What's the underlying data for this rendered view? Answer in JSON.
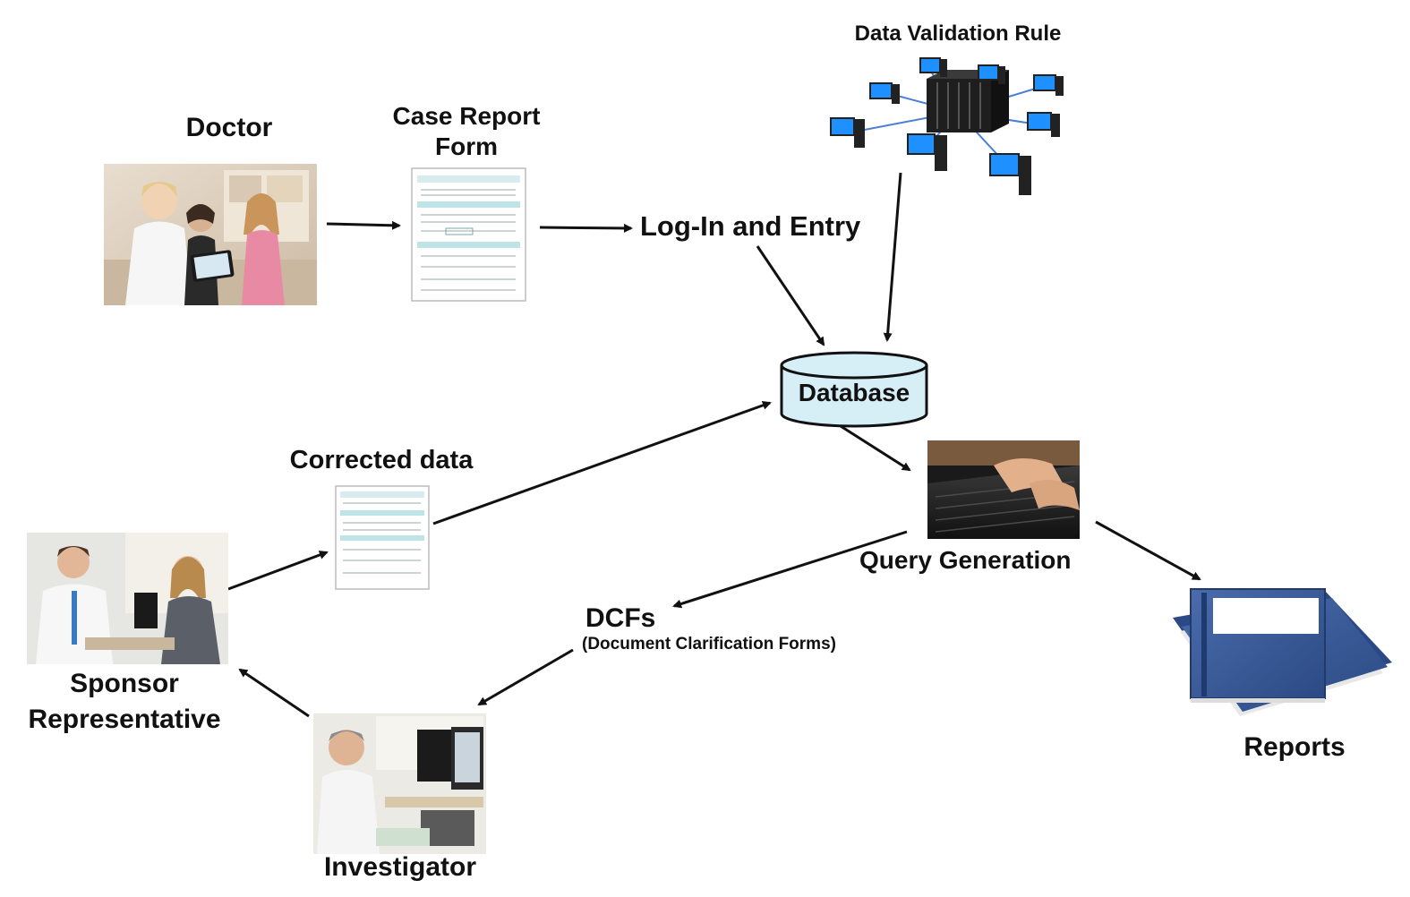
{
  "nodes": {
    "doctor": {
      "label": "Doctor"
    },
    "case_report_form": {
      "label_line1": "Case Report",
      "label_line2": "Form"
    },
    "login_entry": {
      "label": "Log-In and Entry"
    },
    "data_validation": {
      "label": "Data Validation Rule"
    },
    "database": {
      "label": "Database"
    },
    "query_generation": {
      "label": "Query Generation"
    },
    "reports": {
      "label": "Reports"
    },
    "dcfs": {
      "label": "DCFs",
      "sublabel": "(Document Clarification Forms)"
    },
    "investigator": {
      "label": "Investigator"
    },
    "sponsor_rep": {
      "label_line1": "Sponsor",
      "label_line2": "Representative"
    },
    "corrected_data": {
      "label": "Corrected data"
    }
  },
  "edges": [
    {
      "from": "doctor",
      "to": "case_report_form"
    },
    {
      "from": "case_report_form",
      "to": "login_entry"
    },
    {
      "from": "login_entry",
      "to": "database"
    },
    {
      "from": "data_validation",
      "to": "database"
    },
    {
      "from": "database",
      "to": "query_generation"
    },
    {
      "from": "query_generation",
      "to": "reports"
    },
    {
      "from": "query_generation",
      "to": "dcfs"
    },
    {
      "from": "dcfs",
      "to": "investigator"
    },
    {
      "from": "investigator",
      "to": "sponsor_rep"
    },
    {
      "from": "sponsor_rep",
      "to": "corrected_data"
    },
    {
      "from": "corrected_data",
      "to": "database"
    }
  ],
  "colors": {
    "database_fill": "#d6eef6",
    "report_blue": "#3a5b97",
    "monitor_blue": "#1e90ff",
    "form_teal": "#bfe4e8"
  }
}
